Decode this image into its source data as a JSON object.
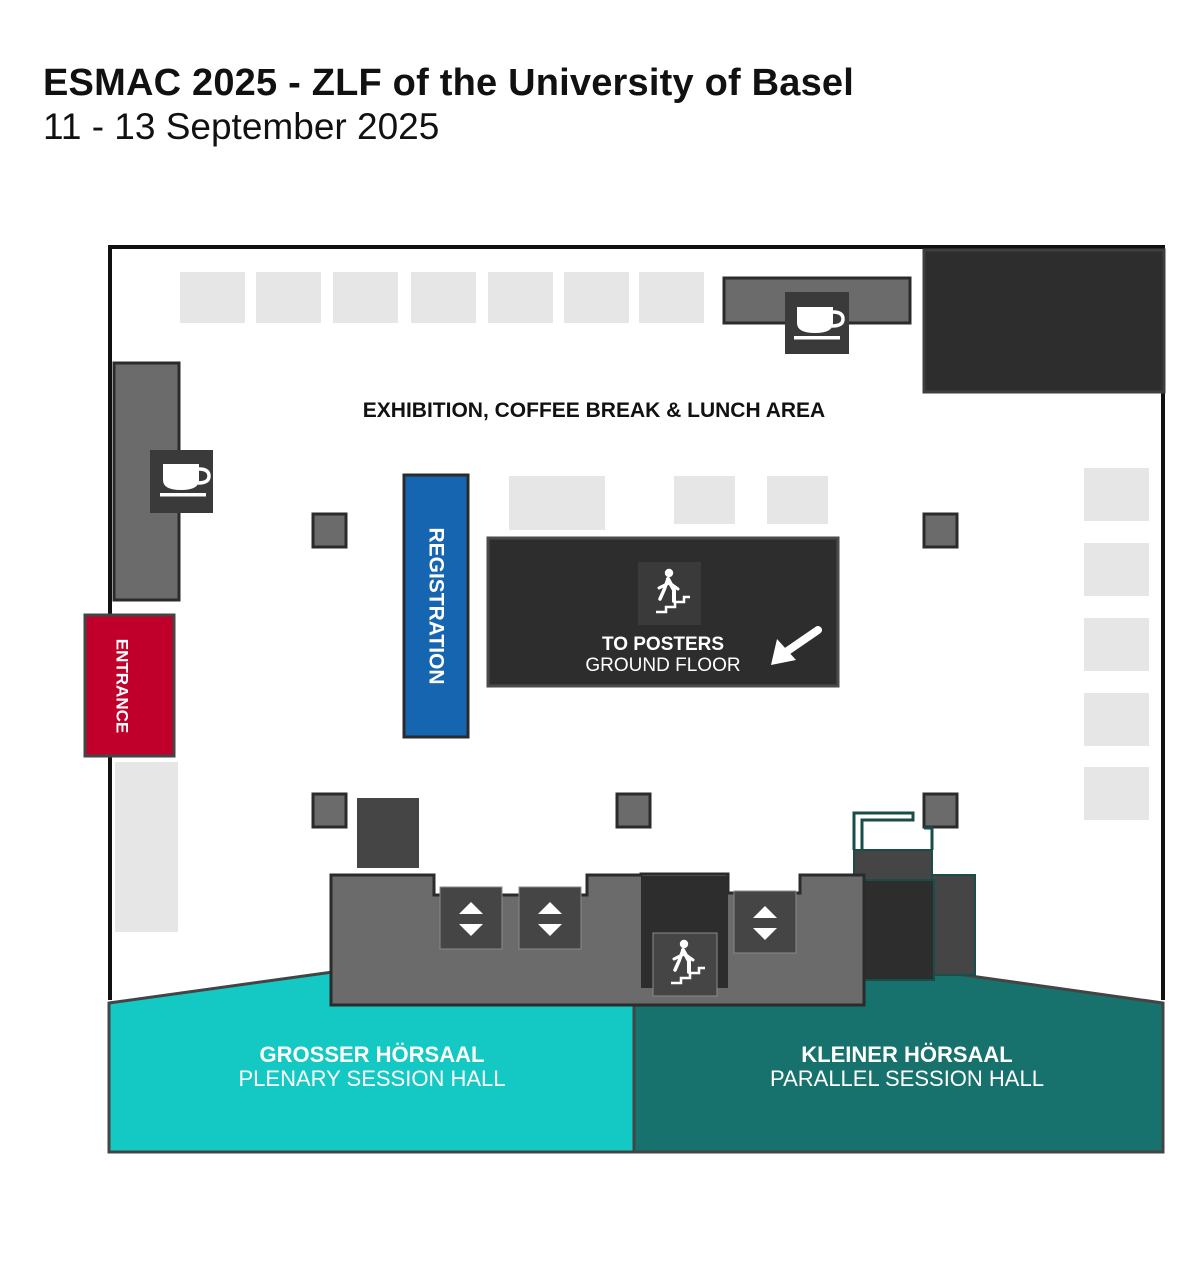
{
  "header": {
    "title": "ESMAC 2025 - ZLF of the University of Basel",
    "subtitle": "11 - 13 September 2025"
  },
  "map": {
    "exhibition_area_label": "EXHIBITION, COFFEE BREAK & LUNCH AREA",
    "registration_label": "REGISTRATION",
    "entrance_label": "ENTRANCE",
    "posters": {
      "line1": "TO POSTERS",
      "line2": "GROUND FLOOR"
    },
    "halls": [
      {
        "name": "GROSSER HÖRSAAL",
        "description": "PLENARY SESSION HALL"
      },
      {
        "name": "KLEINER HÖRSAAL",
        "description": "PARALLEL SESSION HALL"
      }
    ],
    "icons": [
      "coffee-cup-icon",
      "stairs-icon",
      "elevator-arrows-icon",
      "arrow-down-left-icon"
    ]
  },
  "colors": {
    "registration": "#1565b0",
    "entrance": "#c0002a",
    "plenary_hall": "#14c8c4",
    "parallel_hall": "#17716c",
    "dark_block": "#2d2d2d",
    "mid_gray": "#6b6b6b",
    "booth": "#e6e6e6"
  }
}
